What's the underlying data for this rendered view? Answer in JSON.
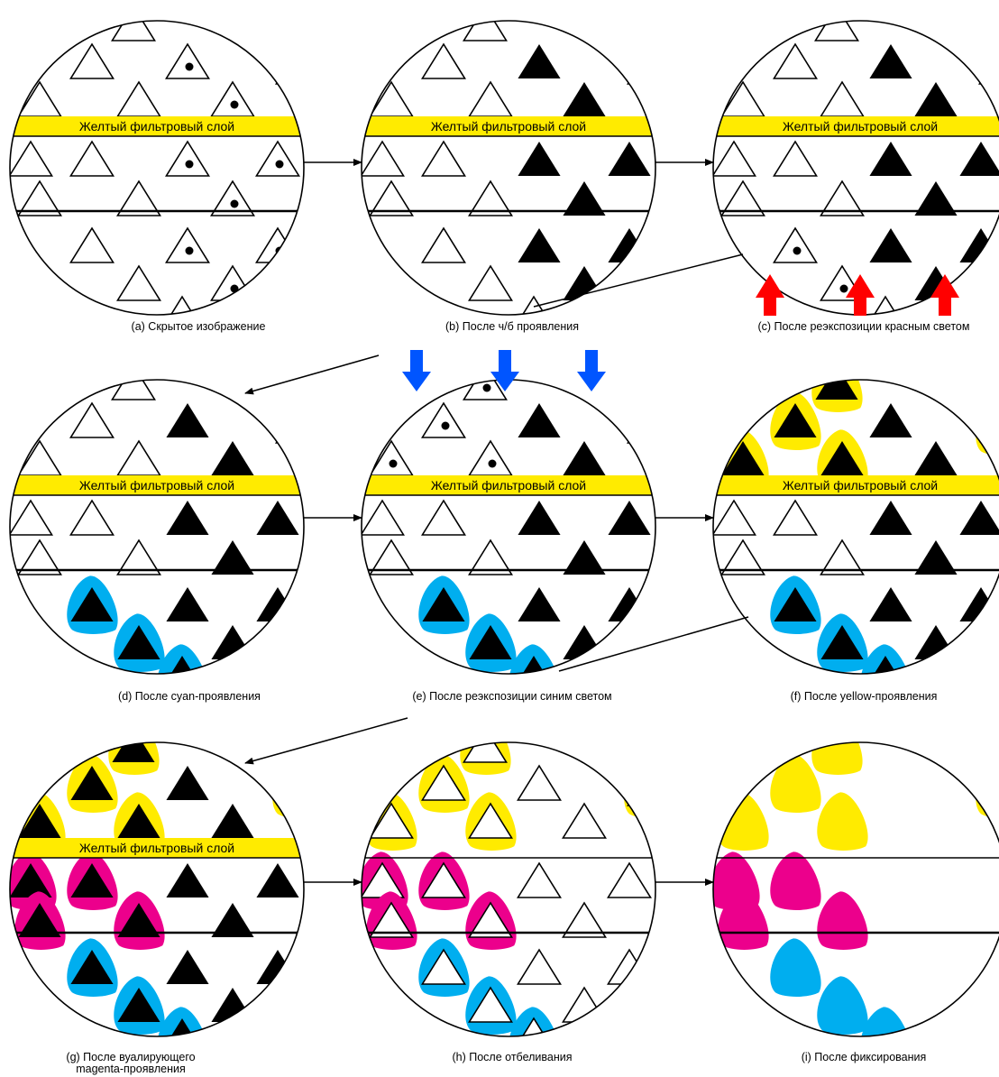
{
  "filter_label": "Желтый фильтровый слой",
  "panels": [
    {
      "id": "a",
      "caption": "(a) Скрытое изображение",
      "filter": true,
      "top": "latent",
      "mid": "latent",
      "bot": "latent"
    },
    {
      "id": "b",
      "caption": "(b) После ч/б проявления",
      "filter": true,
      "top": "bw",
      "mid": "bw",
      "bot": "bw"
    },
    {
      "id": "c",
      "caption": "(c) После реэкспозиции красным светом",
      "filter": true,
      "top": "bw",
      "mid": "bw",
      "bot": "red_reexposed"
    },
    {
      "id": "d",
      "caption": "(d) После cyan-проявления",
      "filter": true,
      "top": "bw",
      "mid": "bw",
      "bot": "cyan_dev"
    },
    {
      "id": "e",
      "caption": "(e) После реэкспозиции синим светом",
      "filter": true,
      "top": "blue_reexposed",
      "mid": "bw",
      "bot": "cyan_dev"
    },
    {
      "id": "f",
      "caption": "(f) После yellow-проявления",
      "filter": true,
      "top": "yellow_dev",
      "mid": "bw",
      "bot": "cyan_dev"
    },
    {
      "id": "g",
      "caption": "(g) После вуалирующего magenta-проявления",
      "filter": true,
      "top": "yellow_dev",
      "mid": "magenta_dev",
      "bot": "cyan_dev"
    },
    {
      "id": "h",
      "caption": "(h) После отбеливания",
      "filter": false,
      "top": "yellow_bleached",
      "mid": "magenta_bleached",
      "bot": "cyan_bleached"
    },
    {
      "id": "i",
      "caption": "(i) После фиксирования",
      "filter": false,
      "top": "yellow_dye",
      "mid": "magenta_dye",
      "bot": "cyan_dye"
    }
  ],
  "colors": {
    "yellow": "#FFEB00",
    "magenta": "#EC008C",
    "cyan": "#00AEEF",
    "red_arrow": "#FF0000",
    "blue_arrow": "#0055FF",
    "outline": "#000000"
  }
}
